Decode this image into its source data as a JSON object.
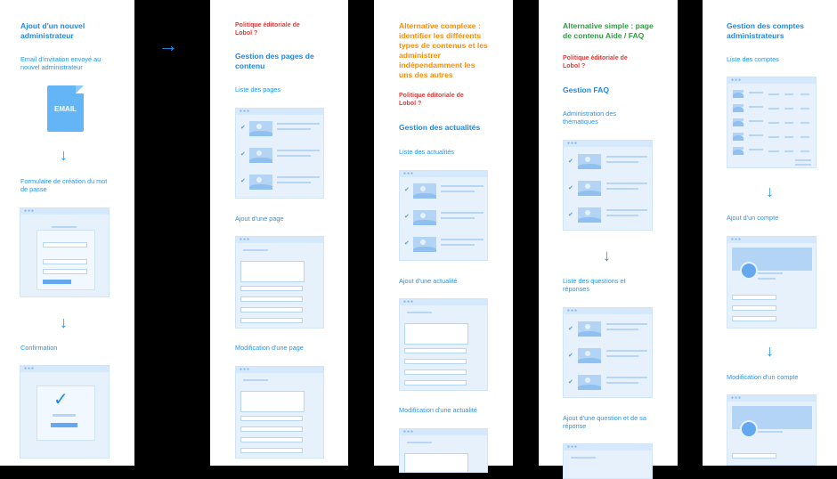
{
  "col1": {
    "title": "Ajout d'un nouvel administrateur",
    "email_label": "Email d'invitation envoyé au nouvel administrateur",
    "email_badge": "EMAIL",
    "form_label": "Formulaire de création du mot de passe",
    "confirm_label": "Confirmation"
  },
  "col2": {
    "politique": "Politique éditoriale de Lobol ?",
    "title": "Gestion des pages de contenu",
    "list": "Liste des pages",
    "add": "Ajout d'une page",
    "edit": "Modification d'une page"
  },
  "col3": {
    "alt": "Alternative complexe : identifier les différents types de contenus et les administrer indépendamment les uns des autres",
    "politique": "Politique éditoriale de Lobol ?",
    "title": "Gestion des actualités",
    "list": "Liste des actualités",
    "add": "Ajout d'une actualité",
    "edit": "Modification d'une actualité"
  },
  "col4": {
    "alt": "Alternative simple : page de contenu Aide / FAQ",
    "politique": "Politique éditoriale de Lobol ?",
    "title": "Gestion FAQ",
    "themes": "Administration des thématiques",
    "list": "Liste des questions et réponses",
    "add": "Ajout d'une question et de sa réponse"
  },
  "col5": {
    "title": "Gestion des comptes administrateurs",
    "list": "Liste des comptes",
    "add": "Ajout d'un compte",
    "edit": "Modification d'un compte"
  },
  "colors": {
    "blue": "#1e88e5",
    "red": "#e53935",
    "orange": "#fb8c00",
    "green": "#2e9d3e"
  }
}
